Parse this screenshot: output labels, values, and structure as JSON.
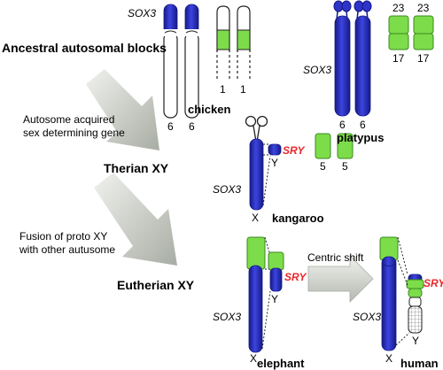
{
  "colors": {
    "blue": "#2e34c8",
    "blue_dark": "#1a1f8a",
    "green": "#7ddc4a",
    "green_dark": "#3a8a1e",
    "red": "#e8262b",
    "arrow_gray": "#c8ccc4"
  },
  "stages": {
    "ancestral": "Ancestral autosomal blocks",
    "acquired": "Autosome acquired\nsex determining gene",
    "therian": "Therian XY",
    "fusion": "Fusion of proto XY\nwith other autusome",
    "eutherian": "Eutherian XY"
  },
  "species": {
    "chicken": "chicken",
    "platypus": "platypus",
    "kangaroo": "kangaroo",
    "elephant": "elephant",
    "human": "human"
  },
  "genes": {
    "sox3": "SOX3",
    "sry": "SRY"
  },
  "chromosome_numbers": {
    "chicken_6a": "6",
    "chicken_6b": "6",
    "chicken_1a": "1",
    "chicken_1b": "1",
    "platypus_6a": "6",
    "platypus_6b": "6",
    "platypus_23a": "23",
    "platypus_23b": "23",
    "platypus_17a": "17",
    "platypus_17b": "17",
    "kangaroo_5a": "5",
    "kangaroo_5b": "5"
  },
  "sex_chromosomes": {
    "x": "X",
    "y": "Y"
  },
  "transition": "Centric shift"
}
